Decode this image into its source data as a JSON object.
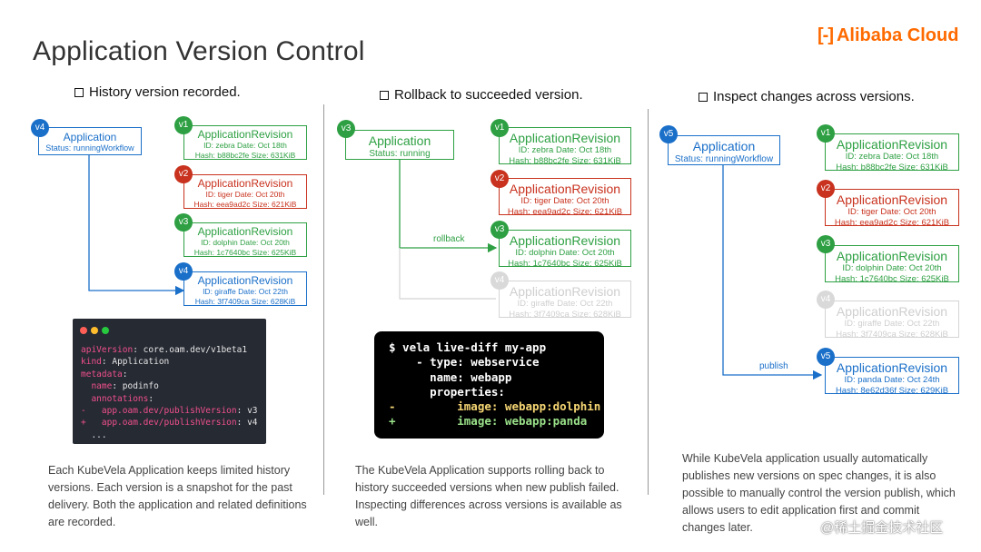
{
  "title": "Application Version Control",
  "logo": {
    "mark": "[-]",
    "text": "Alibaba Cloud"
  },
  "watermark": "@稀土掘金技术社区",
  "panels": [
    {
      "heading": "History version recorded.",
      "app": {
        "badge": "v4",
        "name": "Application",
        "status": "Status: runningWorkflow"
      },
      "revisions": [
        {
          "badge": "v1",
          "name": "ApplicationRevision",
          "line1": "ID: zebra Date: Oct 18th",
          "line2": "Hash: b88bc2fe Size: 631KiB",
          "color": "green"
        },
        {
          "badge": "v2",
          "name": "ApplicationRevision",
          "line1": "ID: tiger Date: Oct 20th",
          "line2": "Hash: eea9ad2c Size: 621KiB",
          "color": "red"
        },
        {
          "badge": "v3",
          "name": "ApplicationRevision",
          "line1": "ID: dolphin Date: Oct 20th",
          "line2": "Hash: 1c7640bc Size: 625KiB",
          "color": "green"
        },
        {
          "badge": "v4",
          "name": "ApplicationRevision",
          "line1": "ID: giraffe Date: Oct 22th",
          "line2": "Hash: 3f7409ca Size: 628KiB",
          "color": "blue"
        }
      ],
      "code": [
        {
          "k": "apiVersion",
          "v": "core.oam.dev/v1beta1"
        },
        {
          "k": "kind",
          "v": "Application"
        },
        {
          "k": "metadata",
          "v": ""
        },
        {
          "k": "  name",
          "v": "podinfo"
        },
        {
          "k": "  annotations",
          "v": ""
        },
        {
          "prefix": "-   ",
          "k": "app.oam.dev/publishVersion",
          "v": "v3"
        },
        {
          "prefix": "+   ",
          "k": "app.oam.dev/publishVersion",
          "v": "v4"
        },
        {
          "k": "",
          "v": "  ..."
        }
      ],
      "description": "Each KubeVela Application keeps limited history versions. Each version is a snapshot for the past delivery. Both the application and related definitions are recorded."
    },
    {
      "heading": "Rollback to succeeded version.",
      "app": {
        "badge": "v3",
        "name": "Application",
        "status": "Status: running"
      },
      "revisions": [
        {
          "badge": "v1",
          "name": "ApplicationRevision",
          "line1": "ID: zebra Date: Oct 18th",
          "line2": "Hash: b88bc2fe Size: 631KiB",
          "color": "green"
        },
        {
          "badge": "v2",
          "name": "ApplicationRevision",
          "line1": "ID: tiger Date: Oct 20th",
          "line2": "Hash: eea9ad2c Size: 621KiB",
          "color": "red"
        },
        {
          "badge": "v3",
          "name": "ApplicationRevision",
          "line1": "ID: dolphin Date: Oct 20th",
          "line2": "Hash: 1c7640bc Size: 625KiB",
          "color": "green"
        },
        {
          "badge": "v4",
          "name": "ApplicationRevision",
          "line1": "ID: giraffe Date: Oct 22th",
          "line2": "Hash: 3f7409ca Size: 628KiB",
          "color": "gray"
        }
      ],
      "arrow_label": "rollback",
      "terminal": [
        {
          "text": "$ vela live-diff my-app",
          "color": "#ffffff"
        },
        {
          "text": "    - type: webservice",
          "color": "#ffffff"
        },
        {
          "text": "      name: webapp",
          "color": "#ffffff"
        },
        {
          "text": "      properties:",
          "color": "#ffffff"
        },
        {
          "text": "-         image: webapp:dolphin",
          "color": "#f7d774"
        },
        {
          "text": "+         image: webapp:panda",
          "color": "#9be28a"
        }
      ],
      "description": "The KubeVela Application supports rolling back to history succeeded versions when new publish failed. Inspecting differences across versions is available as well."
    },
    {
      "heading": "Inspect changes across versions.",
      "app": {
        "badge": "v5",
        "name": "Application",
        "status": "Status: runningWorkflow"
      },
      "revisions": [
        {
          "badge": "v1",
          "name": "ApplicationRevision",
          "line1": "ID: zebra Date: Oct 18th",
          "line2": "Hash: b88bc2fe Size: 631KiB",
          "color": "green"
        },
        {
          "badge": "v2",
          "name": "ApplicationRevision",
          "line1": "ID: tiger Date: Oct 20th",
          "line2": "Hash: eea9ad2c Size: 621KiB",
          "color": "red"
        },
        {
          "badge": "v3",
          "name": "ApplicationRevision",
          "line1": "ID: dolphin Date: Oct 20th",
          "line2": "Hash: 1c7640bc Size: 625KiB",
          "color": "green"
        },
        {
          "badge": "v4",
          "name": "ApplicationRevision",
          "line1": "ID: giraffe Date: Oct 22th",
          "line2": "Hash: 3f7409ca Size: 628KiB",
          "color": "gray"
        },
        {
          "badge": "v5",
          "name": "ApplicationRevision",
          "line1": "ID: panda Date: Oct 24th",
          "line2": "Hash: 8e62d36f Size: 629KiB",
          "color": "blue"
        }
      ],
      "arrow_label": "publish",
      "description": "While KubeVela application usually automatically publishes new versions on spec changes, it is also possible to manually control the version publish, which allows users to edit application first and commit changes later."
    }
  ]
}
